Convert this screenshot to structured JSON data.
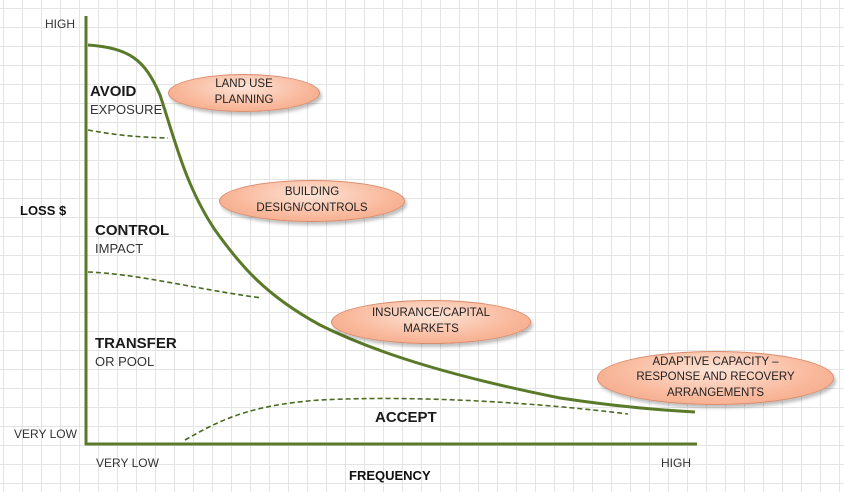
{
  "axes": {
    "y_high": "HIGH",
    "y_low": "VERY LOW",
    "y_title": "LOSS $",
    "x_low": "VERY LOW",
    "x_high": "HIGH",
    "x_title": "FREQUENCY"
  },
  "zones": {
    "avoid": {
      "title": "AVOID",
      "sub": "EXPOSURE"
    },
    "control": {
      "title": "CONTROL",
      "sub": "IMPACT"
    },
    "transfer": {
      "title": "TRANSFER",
      "sub": "OR POOL"
    },
    "accept": {
      "title": "ACCEPT"
    }
  },
  "callouts": {
    "land_use": "LAND USE\nPLANNING",
    "building": "BUILDING\nDESIGN/CONTROLS",
    "insurance": "INSURANCE/CAPITAL\nMARKETS",
    "adaptive": "ADAPTIVE CAPACITY –\nRESPONSE AND RECOVERY\nARRANGEMENTS"
  },
  "colors": {
    "curve": "#5a7a2a",
    "axis": "#5a7a2a",
    "oval_fill": "#f9b89b",
    "oval_border": "#d98b6c"
  }
}
